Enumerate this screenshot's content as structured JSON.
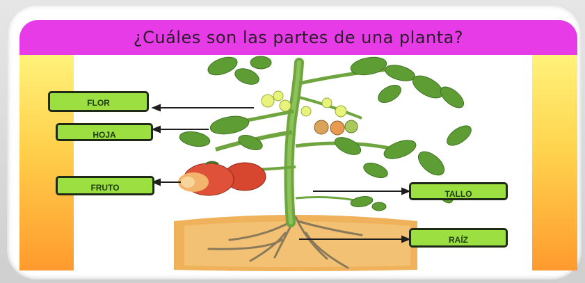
{
  "title": "¿Cuáles son las partes de una planta?",
  "labels": {
    "flor": "FLOR",
    "hoja": "HOJA",
    "fruto": "FRUTO",
    "tallo": "TALLO",
    "raiz": "RAÍZ"
  },
  "colors": {
    "title_band": "#e63be6",
    "label_fill": "#9be040",
    "label_border": "#1e2a14",
    "side_gradient_top": "#fff27a",
    "side_gradient_bottom": "#ff9a2e",
    "soil": "#e8a84a"
  }
}
